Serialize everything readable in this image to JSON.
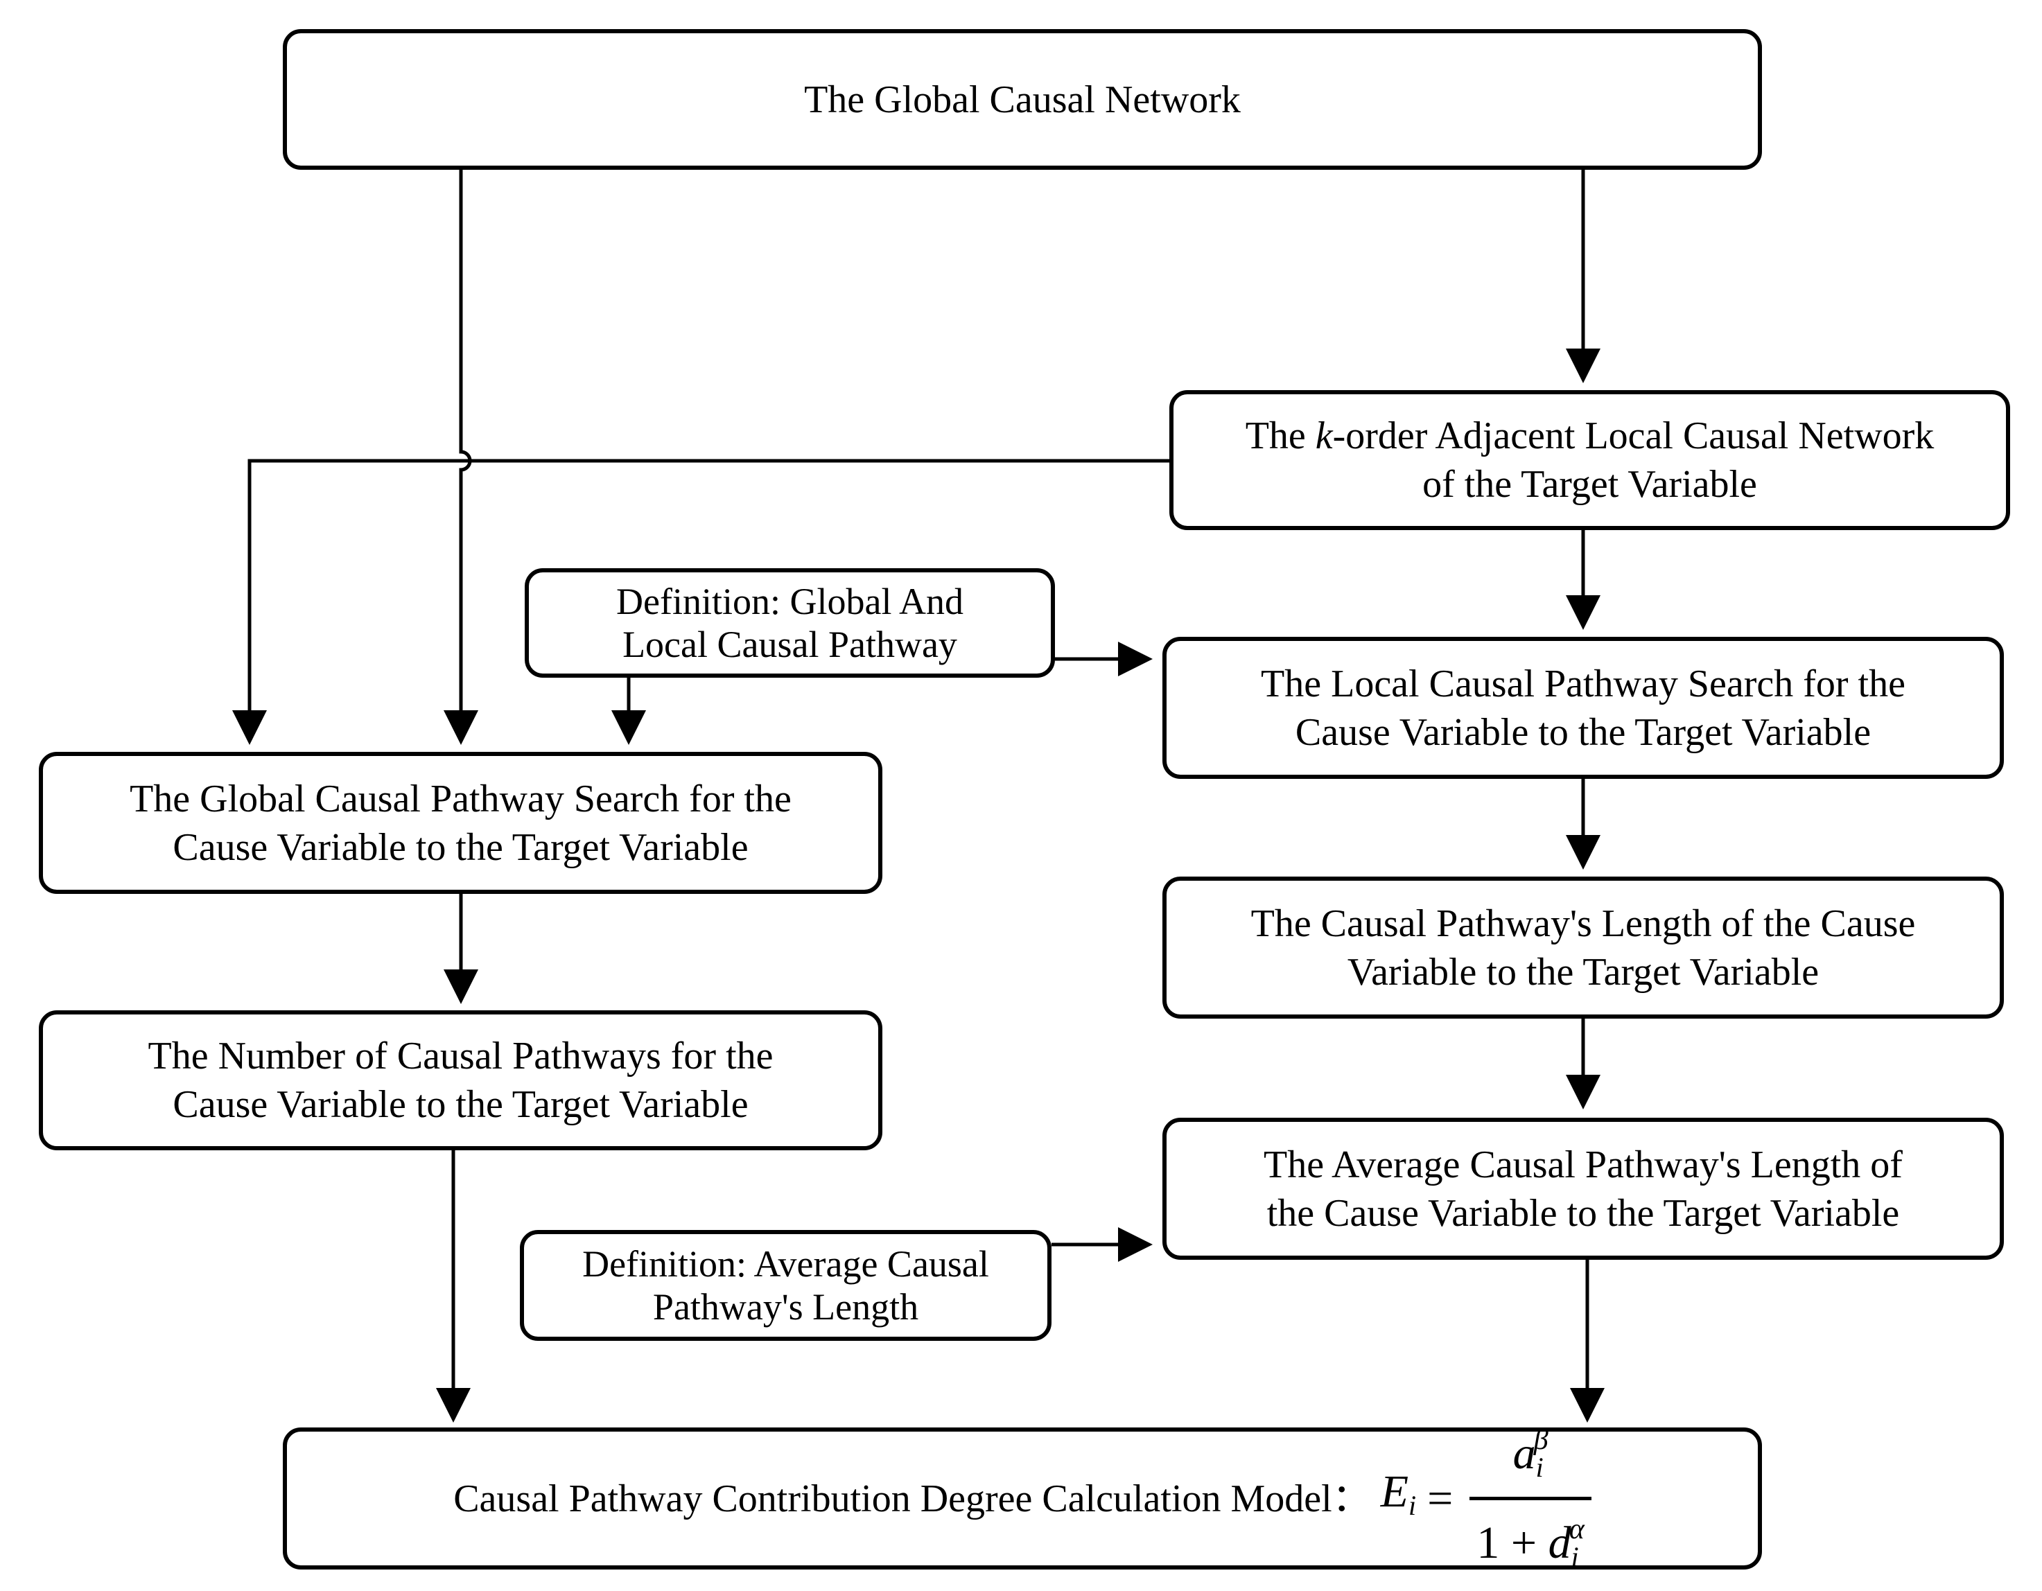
{
  "nodes": {
    "global_network": "The Global Causal Network",
    "k_order_network": {
      "prefix": "The ",
      "k": "k",
      "rest": "-order Adjacent Local Causal Network",
      "line2": "of the Target Variable"
    },
    "def_global_local": {
      "line1": "Definition: Global And",
      "line2": "Local Causal Pathway"
    },
    "local_search": {
      "line1": "The Local Causal Pathway Search for the",
      "line2": "Cause Variable to the Target Variable"
    },
    "global_search": {
      "line1": "The Global Causal Pathway Search for the",
      "line2": "Cause Variable to the Target Variable"
    },
    "pathway_length": {
      "line1": "The Causal Pathway's Length of the Cause",
      "line2": "Variable to the Target Variable"
    },
    "number_pathways": {
      "line1": "The Number of Causal Pathways for the",
      "line2": "Cause Variable to the Target Variable"
    },
    "average_length": {
      "line1": "The Average Causal Pathway's Length of",
      "line2": "the Cause Variable to the Target Variable"
    },
    "def_average": {
      "line1": "Definition: Average Causal",
      "line2": "Pathway's Length"
    },
    "model": {
      "label": "Causal Pathway Contribution Degree Calculation Model：",
      "formula": {
        "lhs": "E",
        "lhs_sub": "i",
        "equals": "=",
        "num_var": "a",
        "num_sub": "i",
        "num_sup": "β",
        "den_one": "1",
        "den_plus": "+",
        "den_var": "d",
        "den_sub": "i",
        "den_sup": "α"
      }
    }
  },
  "colors": {
    "stroke": "#000000",
    "background": "#ffffff"
  }
}
